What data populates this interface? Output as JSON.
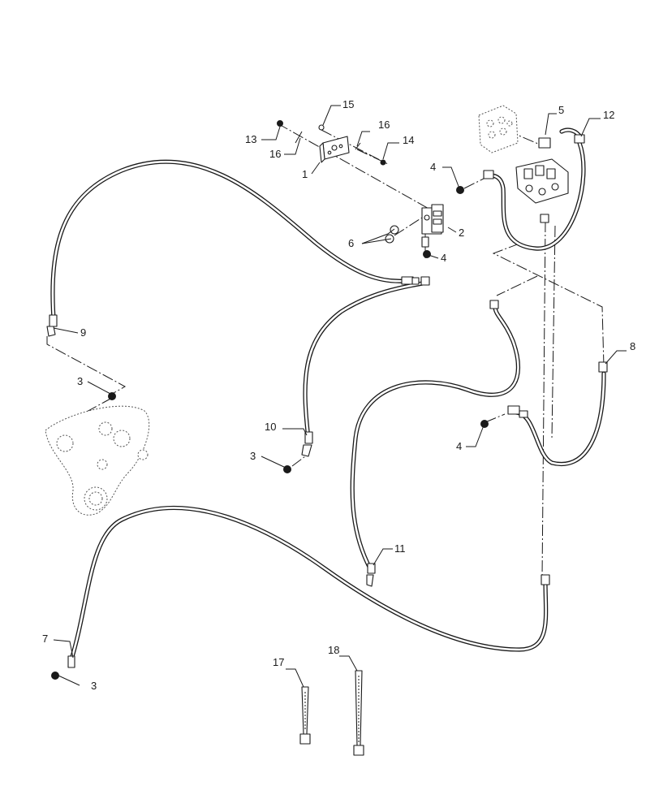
{
  "callouts": [
    {
      "id": "c1",
      "label": "1"
    },
    {
      "id": "c2",
      "label": "2"
    },
    {
      "id": "c3a",
      "label": "3"
    },
    {
      "id": "c3b",
      "label": "3"
    },
    {
      "id": "c3c",
      "label": "3"
    },
    {
      "id": "c4a",
      "label": "4"
    },
    {
      "id": "c4b",
      "label": "4"
    },
    {
      "id": "c4c",
      "label": "4"
    },
    {
      "id": "c5",
      "label": "5"
    },
    {
      "id": "c6",
      "label": "6"
    },
    {
      "id": "c7",
      "label": "7"
    },
    {
      "id": "c8",
      "label": "8"
    },
    {
      "id": "c9",
      "label": "9"
    },
    {
      "id": "c10",
      "label": "10"
    },
    {
      "id": "c11",
      "label": "11"
    },
    {
      "id": "c12",
      "label": "12"
    },
    {
      "id": "c13",
      "label": "13"
    },
    {
      "id": "c14",
      "label": "14"
    },
    {
      "id": "c15",
      "label": "15"
    },
    {
      "id": "c16a",
      "label": "16"
    },
    {
      "id": "c16b",
      "label": "16"
    },
    {
      "id": "c17",
      "label": "17"
    },
    {
      "id": "c18",
      "label": "18"
    }
  ],
  "icons": {
    "hose": "hydraulic-hose-icon",
    "fitting": "hose-fitting-icon",
    "cable_tie": "cable-tie-icon",
    "valve": "control-valve-icon",
    "bracket": "mounting-bracket-icon"
  },
  "colors": {
    "line": "#1a1a1a",
    "background": "#ffffff"
  }
}
